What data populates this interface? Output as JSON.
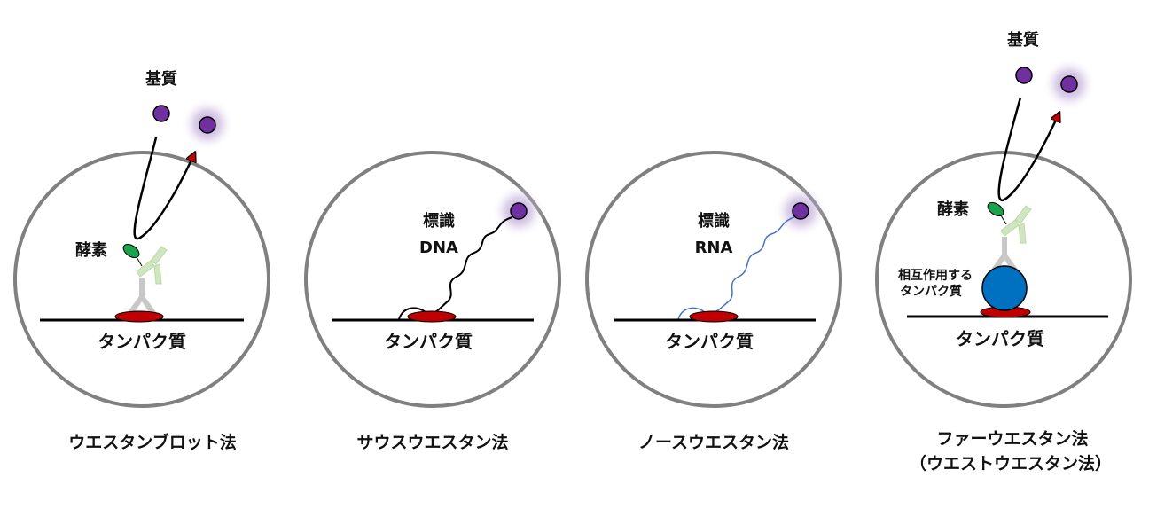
{
  "colors": {
    "circle": "#808080",
    "protein": "#c00000",
    "substrate": "#7030a0",
    "glow": "#b59ad0",
    "enzyme": "#1aa34a",
    "antibody2": "#b8d8a8",
    "antibody1": "#bdbdbd",
    "interactor": "#0070c0",
    "rna": "#4472c4"
  },
  "panels": [
    {
      "title": "ウエスタンブロット法",
      "substrate_label": "基質",
      "enzyme_label": "酵素",
      "protein_label": "タンパク質"
    },
    {
      "title": "サウスウエスタン法",
      "probe_label_1": "標識",
      "probe_label_2": "DNA",
      "protein_label": "タンパク質"
    },
    {
      "title": "ノースウエスタン法",
      "probe_label_1": "標識",
      "probe_label_2": "RNA",
      "protein_label": "タンパク質"
    },
    {
      "title": "ファーウエスタン法",
      "subtitle": "（ウエストウエスタン法）",
      "substrate_label": "基質",
      "enzyme_label": "酵素",
      "interactor_label_1": "相互作用する",
      "interactor_label_2": "タンパク質",
      "protein_label": "タンパク質"
    }
  ]
}
